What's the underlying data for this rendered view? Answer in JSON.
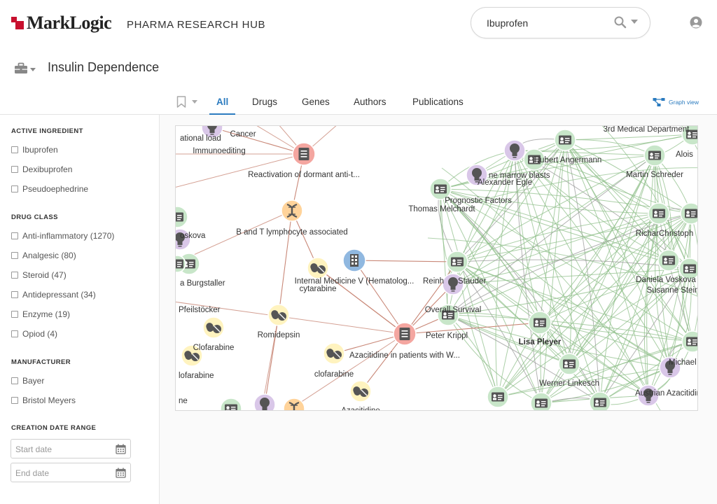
{
  "header": {
    "logo_text": "MarkLogic",
    "app_title": "PHARMA RESEARCH HUB",
    "search_value": "Ibuprofen"
  },
  "page": {
    "title": "Insulin Dependence"
  },
  "tabs": [
    {
      "label": "All",
      "active": true
    },
    {
      "label": "Drugs",
      "active": false
    },
    {
      "label": "Genes",
      "active": false
    },
    {
      "label": "Authors",
      "active": false
    },
    {
      "label": "Publications",
      "active": false
    }
  ],
  "graph_view_label": "Graph view",
  "facets": {
    "active_ingredient": {
      "title": "ACTIVE INGREDIENT",
      "items": [
        "Ibuprofen",
        "Dexibuprofen",
        "Pseudoephedrine"
      ]
    },
    "drug_class": {
      "title": "DRUG CLASS",
      "items": [
        "Anti-inflammatory (1270)",
        "Analgesic (80)",
        "Steroid (47)",
        "Antidepressant (34)",
        "Enzyme (19)",
        "Opiod (4)"
      ]
    },
    "manufacturer": {
      "title": "MANUFACTURER",
      "items": [
        "Bayer",
        "Bristol Meyers"
      ]
    },
    "date_range": {
      "title": "CREATION DATE RANGE",
      "start_placeholder": "Start date",
      "end_placeholder": "End date"
    }
  },
  "graph": {
    "colors": {
      "author": "#c8e6c9",
      "idea": "#d9c7e8",
      "drug": "#fff3bf",
      "publication": "#f4a6a0",
      "gene": "#ffd39a",
      "institution": "#90b8e0",
      "icon": "#555555",
      "edge_green": "#8fbf8a",
      "edge_red": "#c98878",
      "edge_gray": "#9a9a9a"
    },
    "labels": [
      "Cancer",
      "ational load",
      "Immunoediting",
      "Reactivation of dormant anti-t...",
      "B and T lymphocyte associated",
      "oskova",
      "a Burgstaller",
      "Pfeilstöcker",
      "Clofarabine",
      "lofarabine",
      "ne",
      "Romidepsin",
      "Internal Medicine V (Hematolog...",
      "cytarabine",
      "Azacitidine in patients with W...",
      "clofarabine",
      "Azacitidine",
      "Peter Krippl",
      "Overall Survival",
      "Reinh",
      "Stauder",
      "ne marrow blasts",
      "Alexander Egle",
      "Hubert Angermann",
      "Prognostic Factors",
      "Thomas Melchardt",
      "3rd Medical Department",
      "Alois",
      "Martin Schreder",
      "RicharChristoph",
      "Daniela Voskova",
      "Susanne Stein",
      "Lisa Pleyer",
      "Werner Linkesch",
      "Austrian Azacitidine R",
      "Michael Pf"
    ]
  }
}
